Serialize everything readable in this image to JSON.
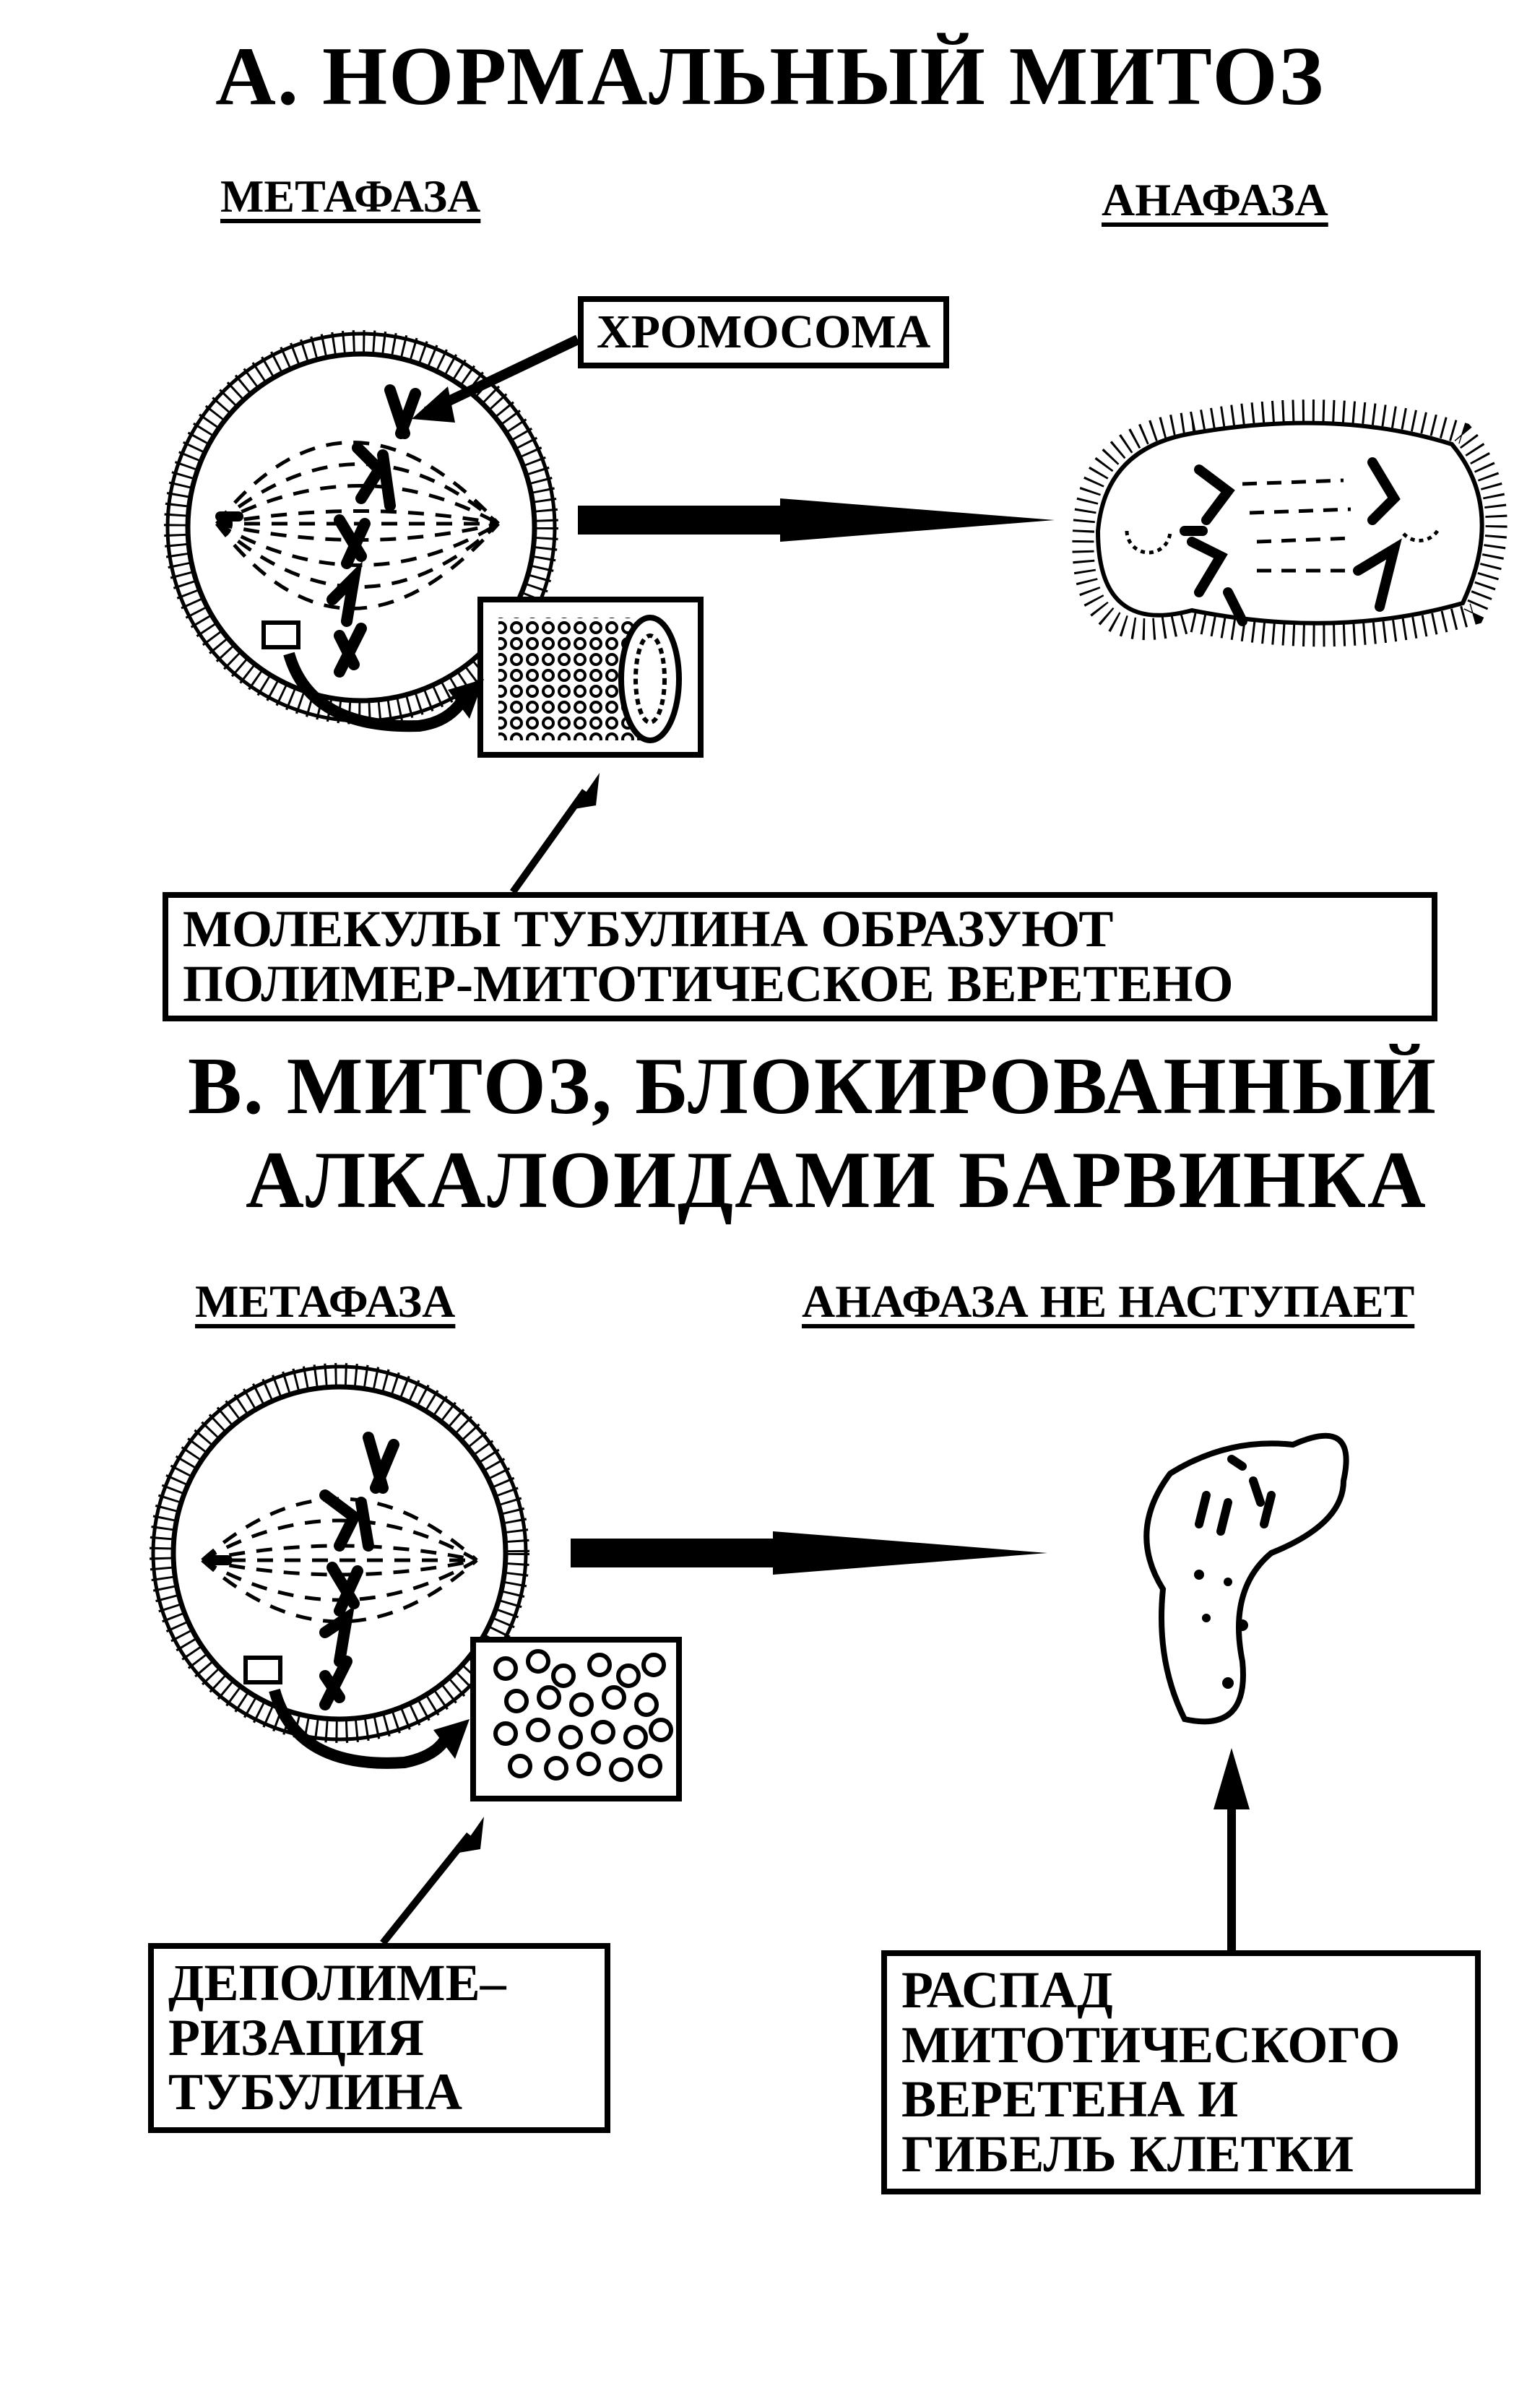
{
  "section_a": {
    "title": "А. НОРМАЛЬНЫЙ МИТОЗ",
    "left_label": "МЕТАФАЗА",
    "right_label": "АНАФАЗА",
    "chromosome_label": "ХРОМОСОМА",
    "tubulin_note": [
      "МОЛЕКУЛЫ ТУБУЛИНА ОБРАЗУЮТ",
      "ПОЛИМЕР-МИТОТИЧЕСКОЕ ВЕРЕТЕНО"
    ]
  },
  "section_b": {
    "title_line1": "В. МИТОЗ, БЛОКИРОВАННЫЙ",
    "title_line2": "АЛКАЛОИДАМИ БАРВИНКА",
    "left_label": "МЕТАФАЗА",
    "right_label": "АНАФАЗА НЕ НАСТУПАЕТ",
    "depolymerization_note": [
      "ДЕПОЛИМЕ–",
      "РИЗАЦИЯ",
      "ТУБУЛИНА"
    ],
    "cell_death_note": [
      "РАСПАД",
      "МИТОТИЧЕСКОГО",
      "ВЕРЕТЕНА И",
      "ГИБЕЛЬ КЛЕТКИ"
    ]
  }
}
